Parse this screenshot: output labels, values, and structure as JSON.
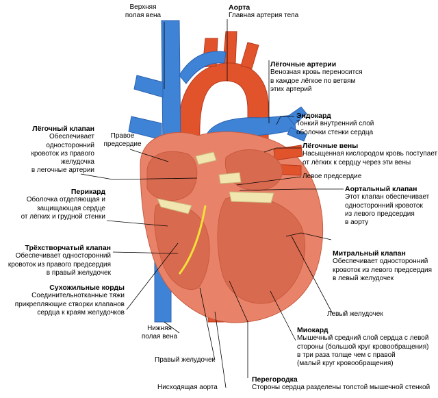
{
  "colors": {
    "artery": "#e0532b",
    "artery_dark": "#b8391c",
    "vein": "#3f83d6",
    "vein_dark": "#2b62b0",
    "muscle": "#e8836a",
    "muscle_dark": "#c95a3e",
    "valve": "#f2e6b0",
    "inner": "#d86a4f",
    "nerve": "#f3e13a"
  },
  "labels": {
    "svc": {
      "title": "",
      "lines": [
        "Верхняя",
        "полая вена"
      ]
    },
    "aorta": {
      "title": "Аорта",
      "lines": [
        "Главная артерия тела"
      ]
    },
    "pulm_arteries": {
      "title": "Лёгочные артерии",
      "lines": [
        "Венозная кровь переносится",
        "в каждое лёгкое по ветвям",
        "этих артерий"
      ]
    },
    "endocard": {
      "title": "Эндокард",
      "lines": [
        "Тонкий внутренний слой",
        "оболочки стенки сердца"
      ]
    },
    "pulm_veins": {
      "title": "Лёгочные вены",
      "lines": [
        "Насыщенная кислородом кровь поступает",
        "от лёгких к сердцу через эти вены"
      ]
    },
    "left_atrium": {
      "title": "",
      "lines": [
        "Левое предсердие"
      ]
    },
    "aortic_valve": {
      "title": "Аортальный клапан",
      "lines": [
        "Этот клапан обеспечивает",
        "односторонний кровоток",
        "из левого предсердия",
        "в аорту"
      ]
    },
    "mitral_valve": {
      "title": "Митральный клапан",
      "lines": [
        "Обеспечивает односторонний",
        "кровоток из левого предсердия",
        "в левый желудочек"
      ]
    },
    "left_ventricle": {
      "title": "",
      "lines": [
        "Левый желудочек"
      ]
    },
    "myocard": {
      "title": "Миокард",
      "lines": [
        "Мышечный средний слой сердца с левой",
        "стороны (большой круг кровообращения)",
        "в три раза толще чем с правой",
        "(малый круг кровообращения)"
      ]
    },
    "septum": {
      "title": "Перегородка",
      "lines": [
        "Стороны сердца разделены толстой мышечной стенкой"
      ]
    },
    "desc_aorta": {
      "title": "",
      "lines": [
        "Нисходящая аорта"
      ]
    },
    "right_ventricle": {
      "title": "",
      "lines": [
        "Правый желудочек"
      ]
    },
    "ivc": {
      "title": "",
      "lines": [
        "Нижняя",
        "полая вена"
      ]
    },
    "chordae": {
      "title": "Сухожильные корды",
      "lines": [
        "Соединительнотканные тяжи",
        "прикрепляющие створки клапанов",
        "сердца к краям желудочков"
      ]
    },
    "tricuspid": {
      "title": "Трёхстворчатый клапан",
      "lines": [
        "Обеспечивает односторонний",
        "кровоток из правого предсердия",
        "в правый желудочек"
      ]
    },
    "pericard": {
      "title": "Перикард",
      "lines": [
        "Оболочка отделяющая и",
        "защищающая сердце",
        "от лёгких и грудной стенки"
      ]
    },
    "pulm_valve": {
      "title": "Лёгочный клапан",
      "lines": [
        "Обеспечивает",
        "односторонний",
        "кровоток из правого",
        "желудочка",
        "в легочные артерии"
      ]
    },
    "right_atrium": {
      "title": "",
      "lines": [
        "Правое",
        "предсердие"
      ]
    }
  }
}
